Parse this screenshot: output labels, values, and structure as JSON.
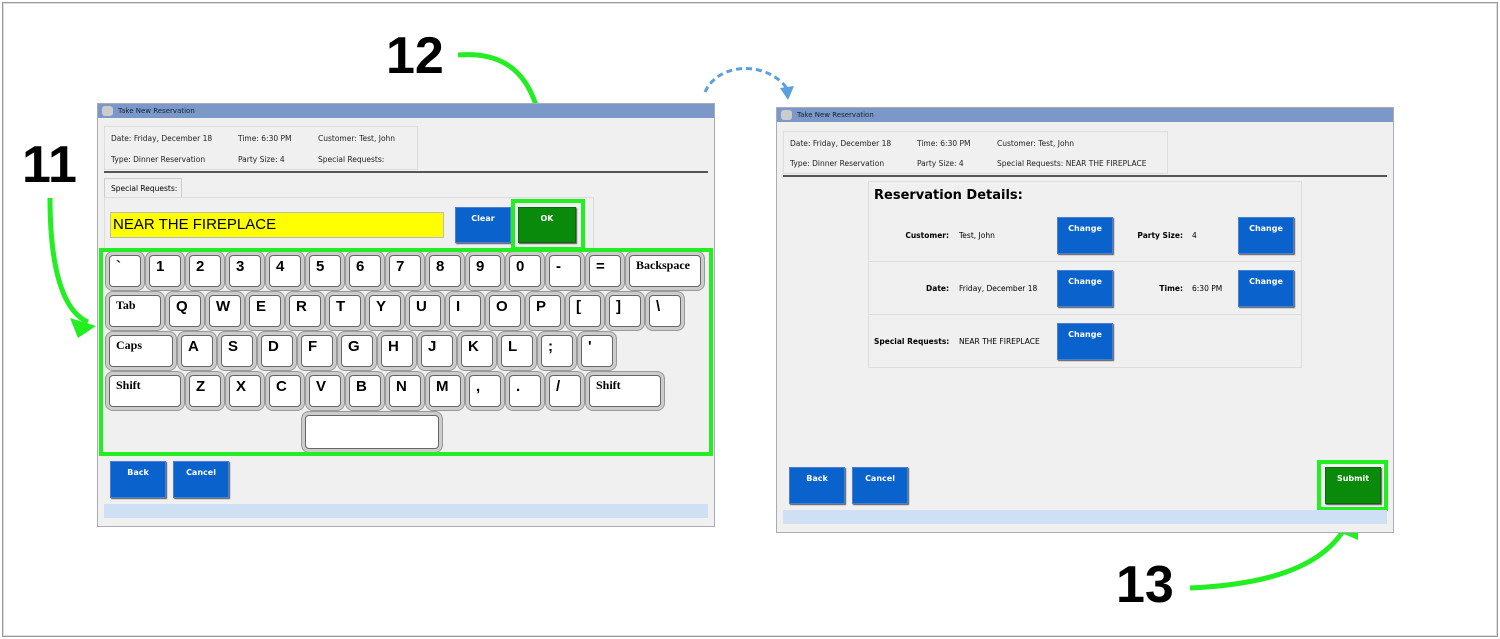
{
  "callouts": [
    "11",
    "12",
    "13"
  ],
  "colors": {
    "highlight": "#22ee22",
    "button_blue": "#0a63cc",
    "button_green": "#0a8a0a",
    "input_bg": "#ffff00"
  },
  "left": {
    "title": "Take New Reservation",
    "info": {
      "date": "Date: Friday, December 18",
      "time": "Time: 6:30 PM",
      "customer": "Customer: Test, John",
      "type": "Type: Dinner Reservation",
      "party": "Party Size: 4",
      "special": "Special Requests:"
    },
    "tab": "Special Requests:",
    "input_value": "NEAR THE FIREPLACE",
    "clear": "Clear",
    "ok": "OK",
    "back": "Back",
    "cancel": "Cancel",
    "keyboard": [
      [
        "`",
        "1",
        "2",
        "3",
        "4",
        "5",
        "6",
        "7",
        "8",
        "9",
        "0",
        "-",
        "=",
        "Backspace"
      ],
      [
        "Tab",
        "Q",
        "W",
        "E",
        "R",
        "T",
        "Y",
        "U",
        "I",
        "O",
        "P",
        "[",
        "]",
        "\\"
      ],
      [
        "Caps",
        "A",
        "S",
        "D",
        "F",
        "G",
        "H",
        "J",
        "K",
        "L",
        ";",
        "'"
      ],
      [
        "Shift",
        "Z",
        "X",
        "C",
        "V",
        "B",
        "N",
        "M",
        ",",
        ".",
        "/",
        "Shift"
      ]
    ]
  },
  "right": {
    "title": "Take New Reservation",
    "info": {
      "date": "Date: Friday, December 18",
      "time": "Time: 6:30 PM",
      "customer": "Customer: Test, John",
      "type": "Type: Dinner Reservation",
      "party": "Party Size: 4",
      "special": "Special Requests: NEAR THE FIREPLACE"
    },
    "heading": "Reservation Details:",
    "customer_label": "Customer:",
    "customer": "Test, John",
    "party_label": "Party Size:",
    "party": "4",
    "date_label": "Date:",
    "date": "Friday, December 18",
    "time_label": "Time:",
    "time": "6:30 PM",
    "special_label": "Special Requests:",
    "special": "NEAR THE FIREPLACE",
    "change": "Change",
    "back": "Back",
    "cancel": "Cancel",
    "submit": "Submit"
  }
}
